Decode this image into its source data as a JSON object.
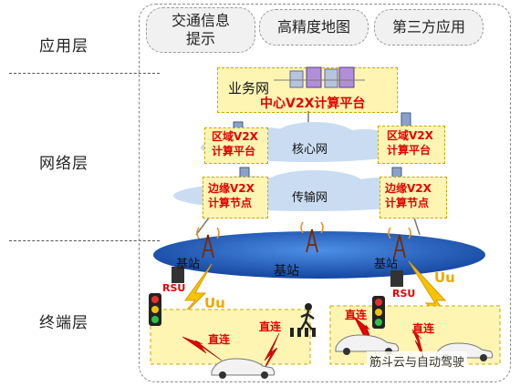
{
  "layers": {
    "application": "应用层",
    "network": "网络层",
    "terminal": "终端层"
  },
  "apps": {
    "traffic_info": "交通信息\n提示",
    "hd_map": "高精度地图",
    "third_party": "第三方应用"
  },
  "platform": {
    "business_net": "业务网",
    "center": "中心V2X计算平台"
  },
  "network": {
    "core_net": "核心网",
    "transport_net": "传输网",
    "region_left": "区域V2X\n计算平台",
    "region_right": "区域V2X\n计算平台",
    "edge_left": "边缘V2X\n计算节点",
    "edge_right": "边缘V2X\n计算节点"
  },
  "terminal": {
    "base_station_1": "基站",
    "base_station_2": "基站",
    "base_station_3": "基站",
    "rsu_left": "RSU",
    "rsu_right": "RSU",
    "uu_left": "Uu",
    "uu_right": "Uu",
    "direct_1": "直连",
    "direct_2": "直连",
    "direct_3": "直连",
    "direct_4": "直连"
  },
  "watermark": "筋斗云与自动驾驶",
  "colors": {
    "yellow_fill": "#fff5b3",
    "red_text": "#e60000",
    "blue_ellipse": "#1f5fc2",
    "cloud": "#c9dcf2"
  }
}
